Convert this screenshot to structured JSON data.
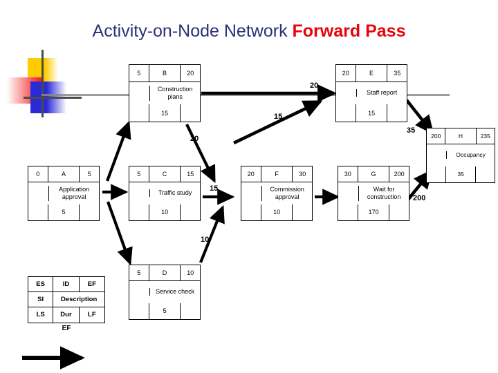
{
  "title": {
    "main": "Activity-on-Node Network ",
    "accent": "Forward Pass"
  },
  "legend": {
    "es": "ES",
    "id": "ID",
    "ef": "EF",
    "si": "SI",
    "description": "Description",
    "ls": "LS",
    "dur": "Dur",
    "lf": "LF",
    "caption": "EF"
  },
  "nodes": [
    {
      "key": "A",
      "es": "0",
      "id": "A",
      "ef": "5",
      "desc": "Application approval",
      "dur": "5"
    },
    {
      "key": "B",
      "es": "5",
      "id": "B",
      "ef": "20",
      "desc": "Construction plans",
      "dur": "15"
    },
    {
      "key": "C",
      "es": "5",
      "id": "C",
      "ef": "15",
      "desc": "Traffic study",
      "dur": "10"
    },
    {
      "key": "D",
      "es": "5",
      "id": "D",
      "ef": "10",
      "desc": "Service check",
      "dur": "5"
    },
    {
      "key": "E",
      "es": "20",
      "id": "E",
      "ef": "35",
      "desc": "Staff report",
      "dur": "15"
    },
    {
      "key": "F",
      "es": "20",
      "id": "F",
      "ef": "30",
      "desc": "Commission approval",
      "dur": "10"
    },
    {
      "key": "G",
      "es": "30",
      "id": "G",
      "ef": "200",
      "desc": "Wait for construction",
      "dur": "170"
    },
    {
      "key": "H",
      "es": "200",
      "id": "H",
      "ef": "235",
      "desc": "Occupancy",
      "dur": "35"
    }
  ],
  "arrow_labels": [
    {
      "key": "b_to_e",
      "text": "20"
    },
    {
      "key": "c_to_e",
      "text": "15"
    },
    {
      "key": "e_to_h",
      "text": "35"
    },
    {
      "key": "a_to_b",
      "text": "20"
    },
    {
      "key": "c_to_f",
      "text": "15"
    },
    {
      "key": "d_to_f",
      "text": "10"
    },
    {
      "key": "g_to_h",
      "text": "200"
    }
  ],
  "colors": {
    "title_main": "#2b2f77",
    "title_accent": "#e8040c",
    "node_border": "#000000",
    "arrow": "#000000",
    "logo_yellow": "#ffcc00",
    "logo_red": "#f32b2b",
    "logo_blue": "#2a2ad6",
    "rule_gray": "#8a8a8a"
  }
}
